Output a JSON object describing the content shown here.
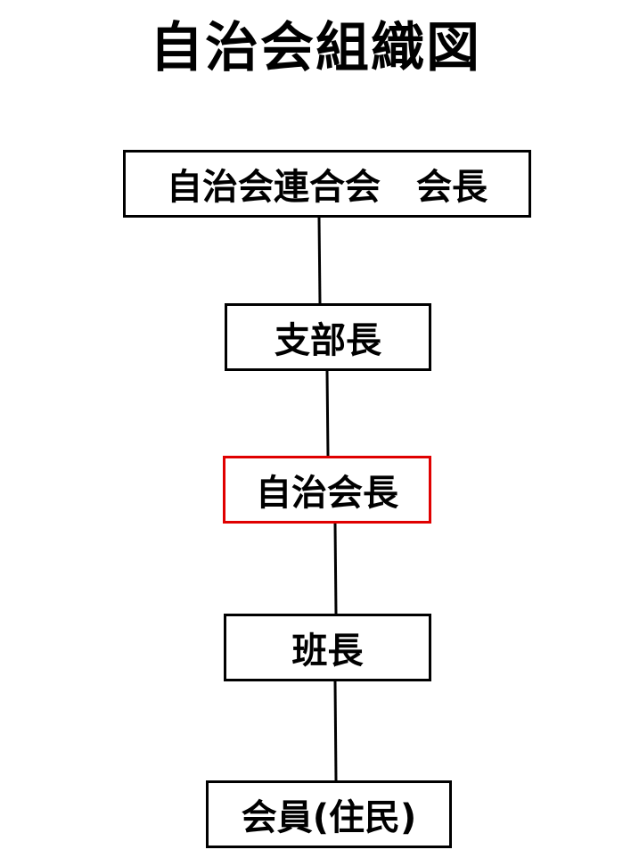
{
  "title": "自治会組織図",
  "nodes": [
    {
      "label": "自治会連合会　会長",
      "highlighted": false
    },
    {
      "label": "支部長",
      "highlighted": false
    },
    {
      "label": "自治会長",
      "highlighted": true
    },
    {
      "label": "班長",
      "highlighted": false
    },
    {
      "label": "会員(住民)",
      "highlighted": false
    }
  ],
  "colors": {
    "border": "#000000",
    "highlight_border": "#e00000",
    "connector": "#000000"
  }
}
